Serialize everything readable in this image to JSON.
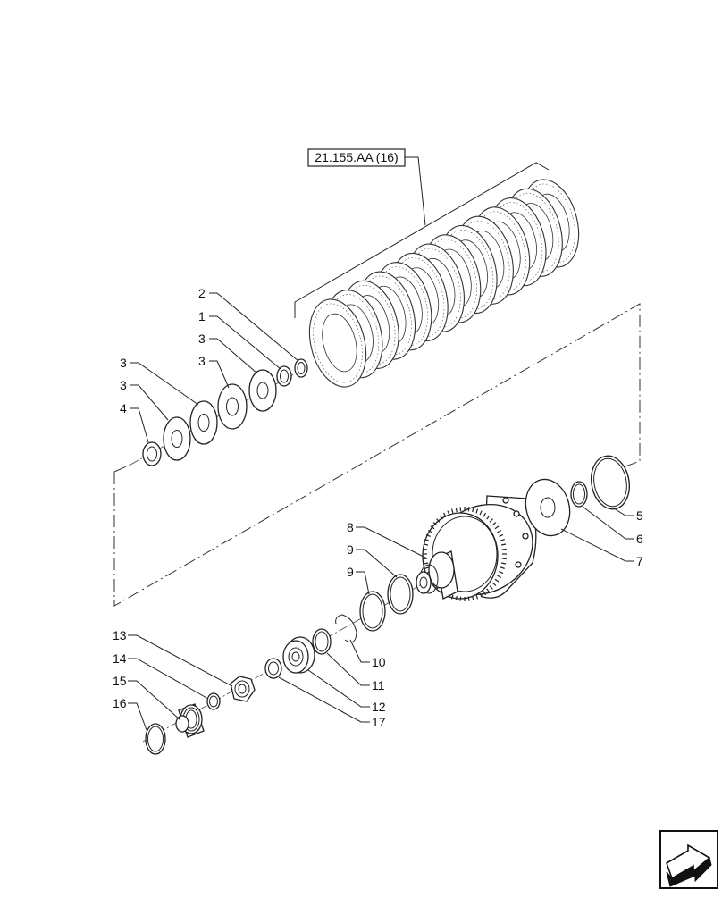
{
  "reference_label": "21.155.AA (16)",
  "callouts": [
    "2",
    "1",
    "3",
    "3",
    "3",
    "3",
    "4",
    "8",
    "9",
    "9",
    "5",
    "6",
    "7",
    "13",
    "14",
    "15",
    "16",
    "10",
    "11",
    "12",
    "17"
  ],
  "nav_icon": "next-page-arrow-icon"
}
